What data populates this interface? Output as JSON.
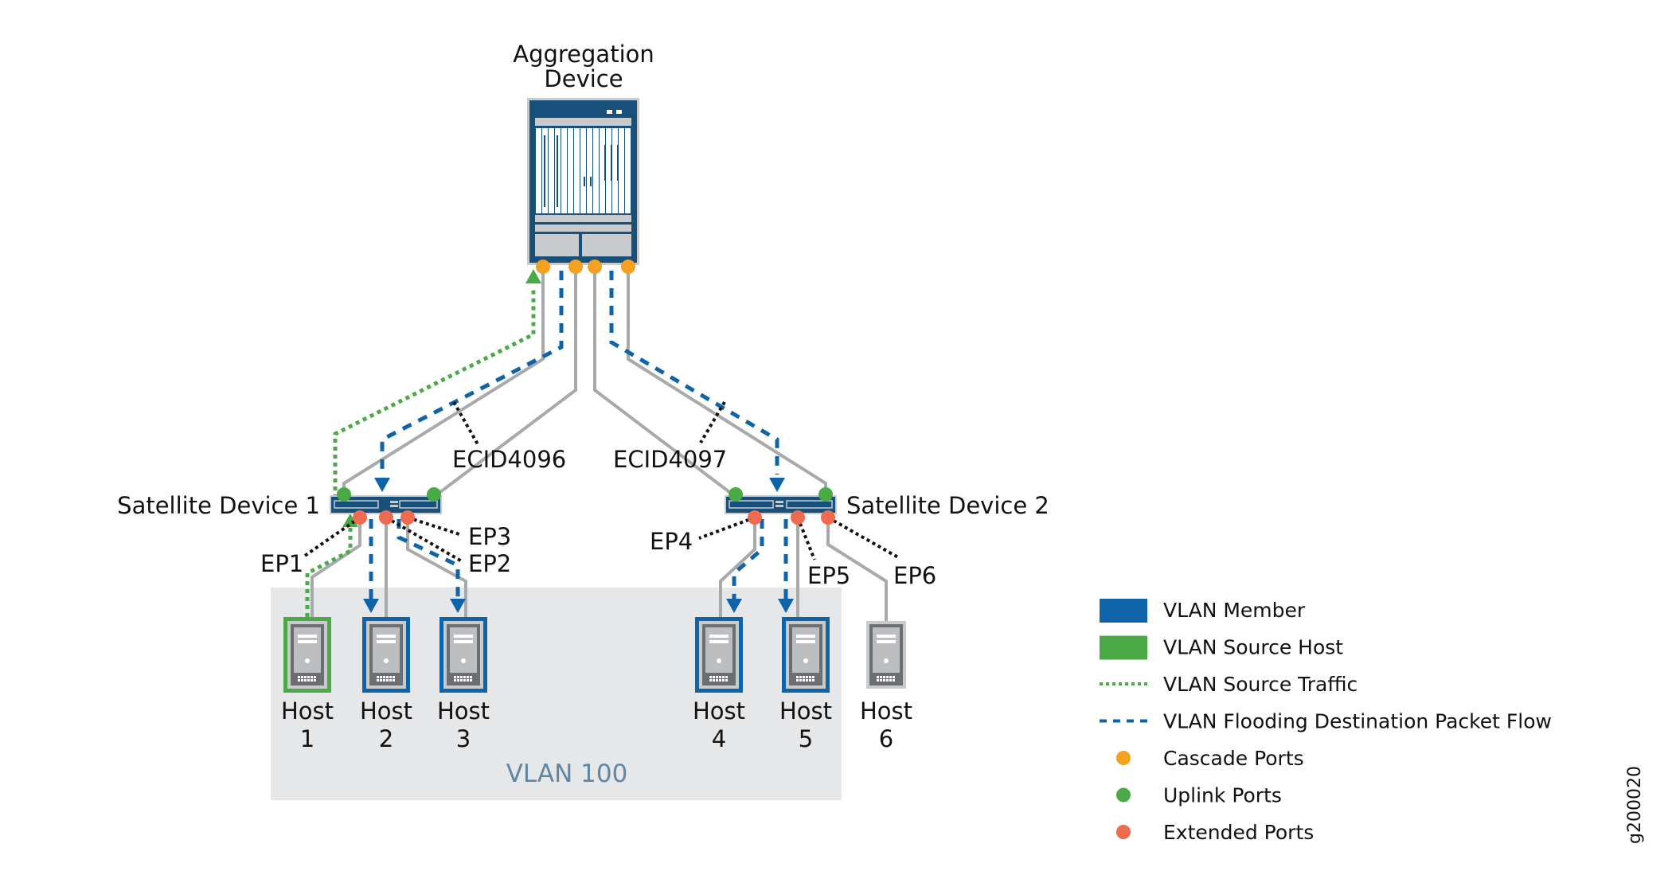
{
  "aggregation_device": {
    "label_line1": "Aggregation",
    "label_line2": "Device"
  },
  "satellite_devices": [
    {
      "label": "Satellite Device 1"
    },
    {
      "label": "Satellite Device 2"
    }
  ],
  "ecids": [
    {
      "label": "ECID4096"
    },
    {
      "label": "ECID4097"
    }
  ],
  "extended_ports": [
    {
      "label": "EP1"
    },
    {
      "label": "EP2"
    },
    {
      "label": "EP3"
    },
    {
      "label": "EP4"
    },
    {
      "label": "EP5"
    },
    {
      "label": "EP6"
    }
  ],
  "hosts": [
    {
      "label_line1": "Host",
      "label_line2": "1",
      "role": "source"
    },
    {
      "label_line1": "Host",
      "label_line2": "2",
      "role": "member"
    },
    {
      "label_line1": "Host",
      "label_line2": "3",
      "role": "member"
    },
    {
      "label_line1": "Host",
      "label_line2": "4",
      "role": "member"
    },
    {
      "label_line1": "Host",
      "label_line2": "5",
      "role": "member"
    },
    {
      "label_line1": "Host",
      "label_line2": "6",
      "role": "none"
    }
  ],
  "vlan": {
    "label": "VLAN 100"
  },
  "legend": [
    {
      "label": "VLAN Member",
      "swatch": "box",
      "color": "#0f63a8"
    },
    {
      "label": "VLAN Source Host",
      "swatch": "box",
      "color": "#4aaa46"
    },
    {
      "label": "VLAN Source Traffic",
      "swatch": "dotted",
      "color": "#4aaa46"
    },
    {
      "label": "VLAN Flooding Destination Packet Flow",
      "swatch": "dashed",
      "color": "#0f63a8"
    },
    {
      "label": "Cascade Ports",
      "swatch": "dot",
      "color": "#f4a020"
    },
    {
      "label": "Uplink Ports",
      "swatch": "dot",
      "color": "#4aaa46"
    },
    {
      "label": "Extended Ports",
      "swatch": "dot",
      "color": "#ef6a4e"
    }
  ],
  "figure_id": "g200020",
  "colors": {
    "device_blue": "#17507a",
    "member_blue": "#0f63a8",
    "source_green": "#4aaa46",
    "cascade_orange": "#f4a020",
    "extended_red": "#ef6a4e",
    "link_gray": "#a7a9ab",
    "vlan_bg": "#e6e7e9",
    "vlan_text": "#5f87a3"
  }
}
